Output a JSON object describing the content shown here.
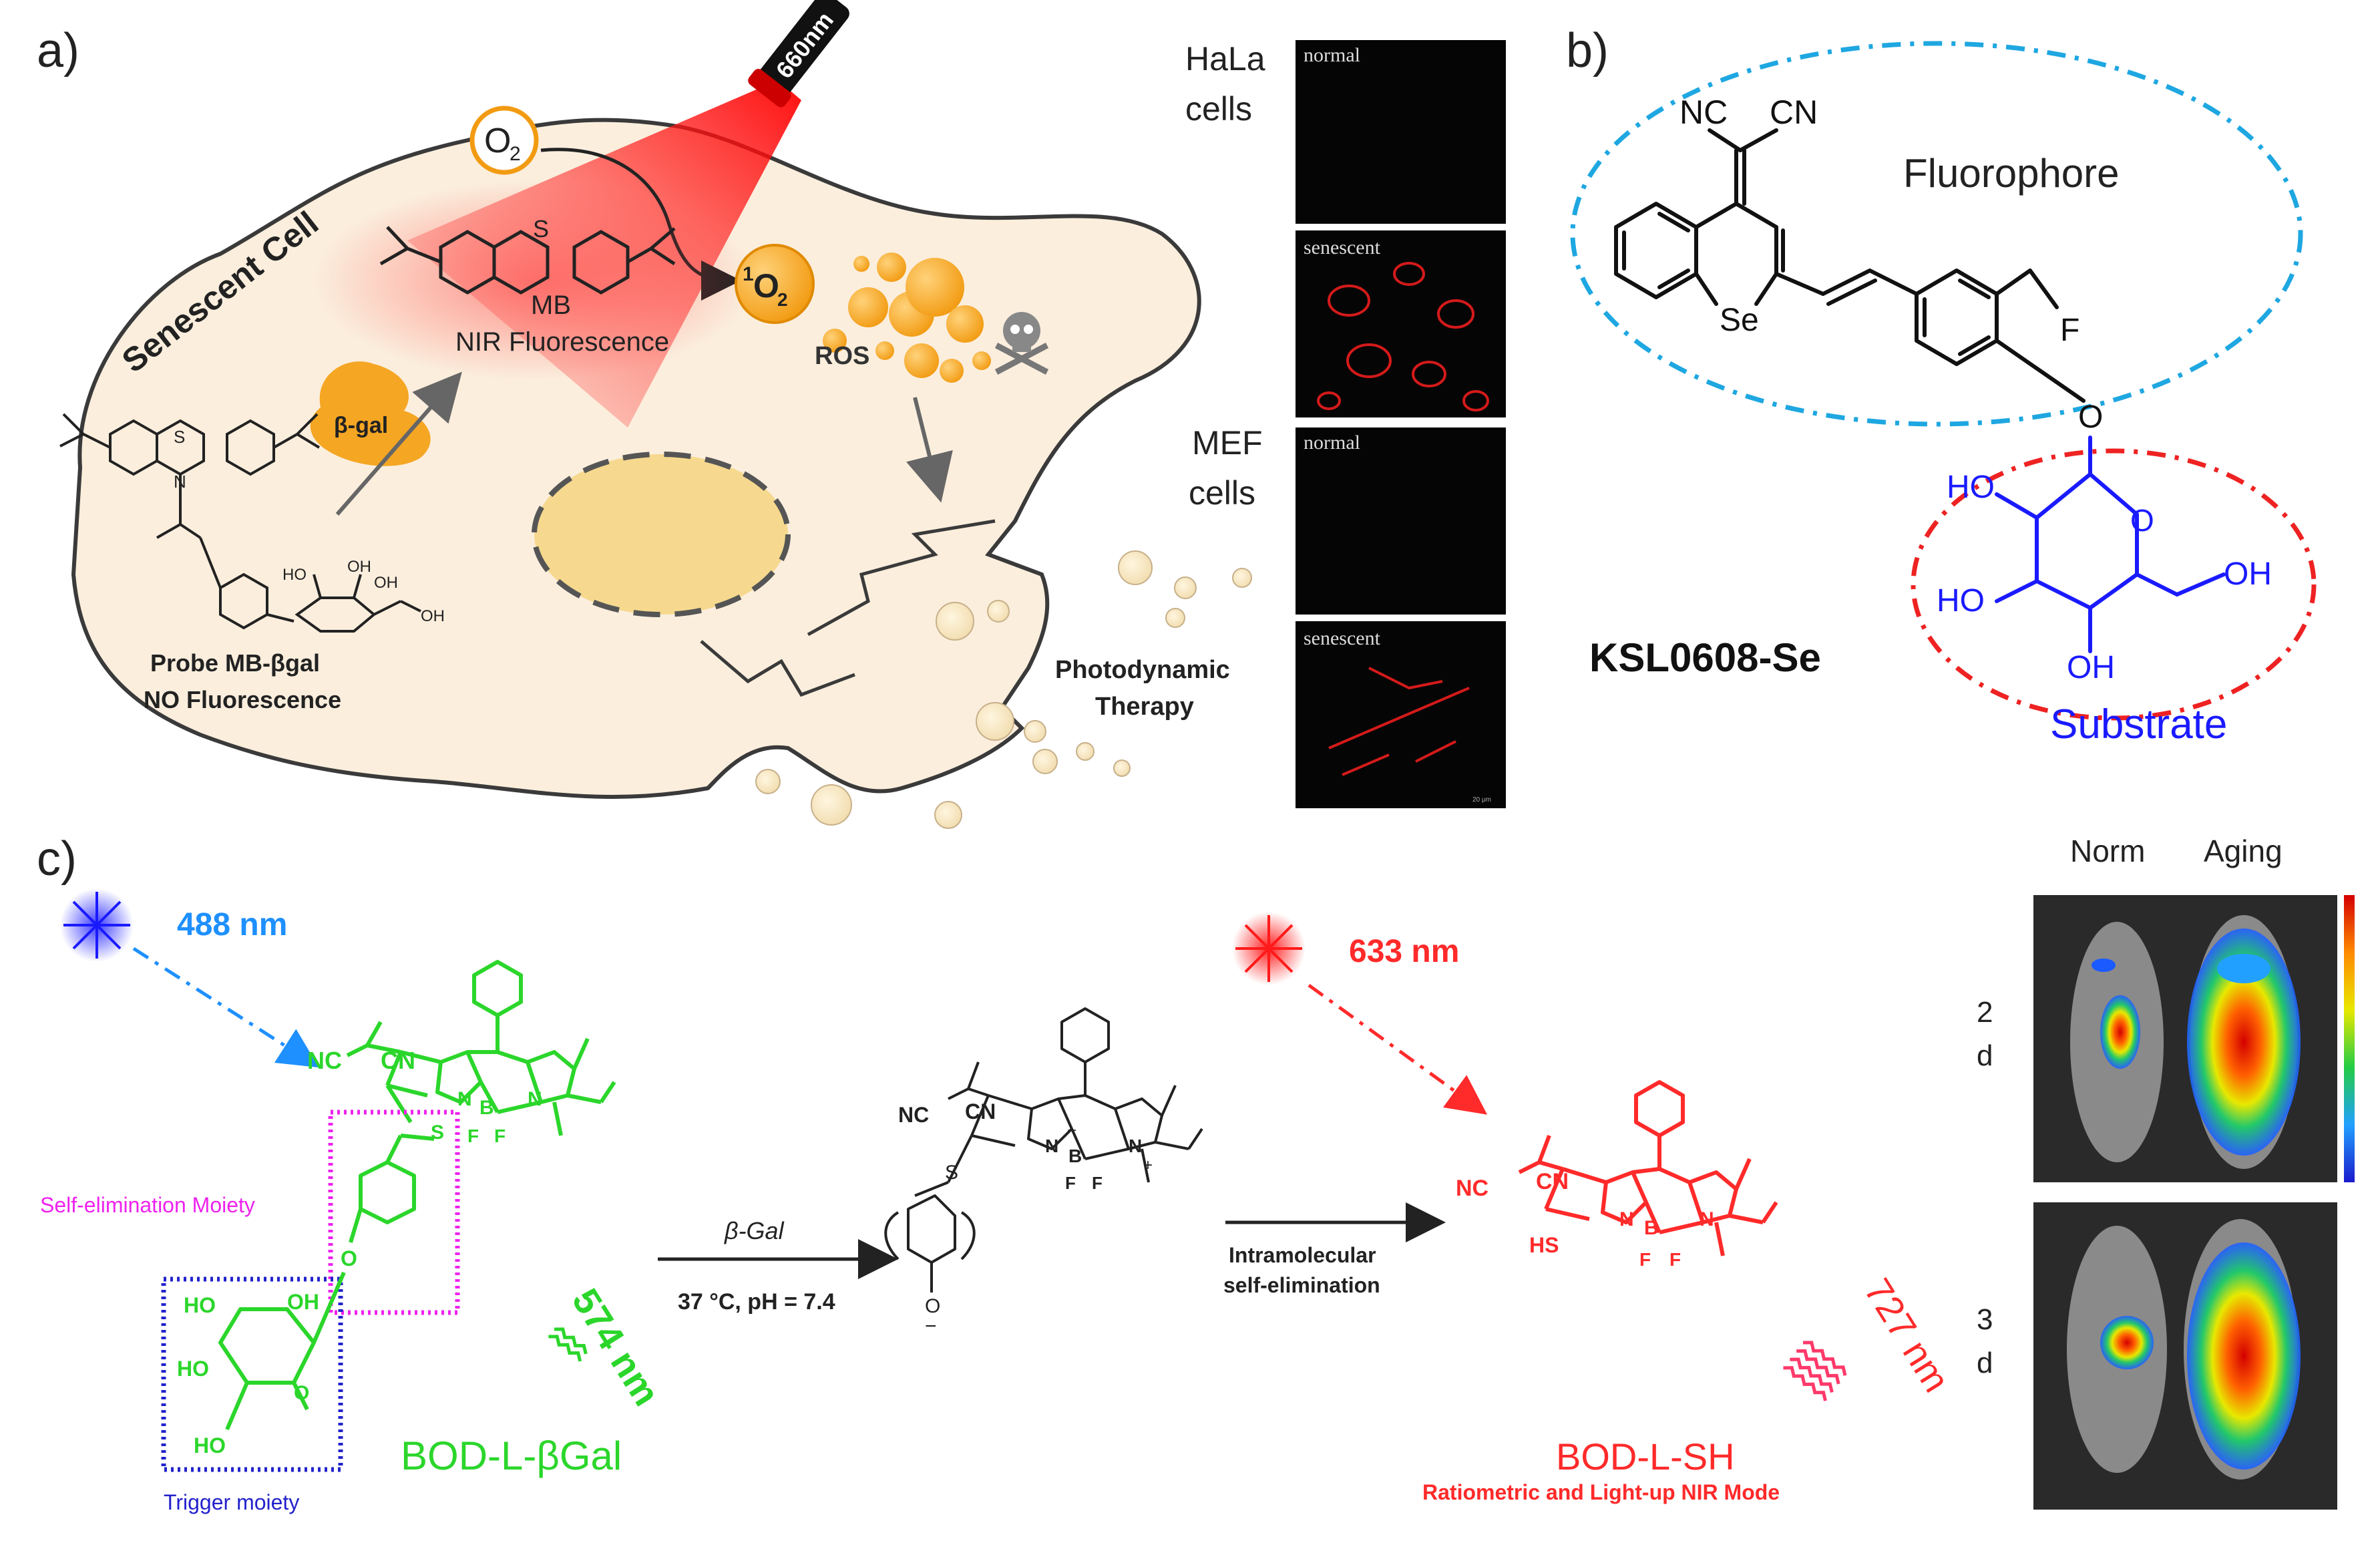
{
  "panel_a": {
    "label": "a)",
    "cell_label": "Senescent Cell",
    "laser_label": "660nm",
    "o2_label": "O",
    "o2_sub": "2",
    "singlet_sup": "1",
    "singlet_label": "O",
    "singlet_sub": "2",
    "ros_label": "ROS",
    "mb_label": "MB",
    "mb_fluor": "NIR Fluorescence",
    "enzyme_label": "β-gal",
    "probe_label": "Probe MB-βgal",
    "probe_fluor": "NO Fluorescence",
    "pdt_line1": "Photodynamic",
    "pdt_line2": "Therapy",
    "skull_icon": "skull-crossbones-icon",
    "hela_line1": "HaLa",
    "hela_line2": "cells",
    "mef_line1": "MEF",
    "mef_line2": "cells",
    "tag_normal": "normal",
    "tag_senescent": "senescent",
    "scalebar_tiny": "20 μm"
  },
  "panel_b": {
    "label": "b)",
    "nc_left": "NC",
    "cn_right": "CN",
    "fluorophore": "Fluorophore",
    "se_atom": "Se",
    "f_atom": "F",
    "o_atom": "O",
    "ring_o": "O",
    "ho_top": "HO",
    "ho_mid": "HO",
    "oh_bottom": "OH",
    "oh_right": "OH",
    "compound": "KSL0608-Se",
    "substrate": "Substrate"
  },
  "panel_c": {
    "label": "c)",
    "excite_blue": "488 nm",
    "excite_red": "633 nm",
    "emit_green": "574 nm",
    "emit_red": "727 nm",
    "cn": "CN",
    "nc": "NC",
    "self_elim": "Self-elimination Moiety",
    "trigger": "Trigger moiety",
    "probe_name": "BOD-L-βGal",
    "product_name": "BOD-L-SH",
    "product_sub": "Ratiometric and Light-up NIR Mode",
    "step1_top": "β-Gal",
    "step1_bottom": "37 °C, pH = 7.4",
    "step2_line1": "Intramolecular",
    "step2_line2": "self-elimination",
    "hs": "HS",
    "s": "S",
    "b": "B",
    "n": "N",
    "f": "F",
    "ho": "HO",
    "oh": "OH",
    "o": "O",
    "minus": "−",
    "plus": "+",
    "col_norm": "Norm",
    "col_aging": "Aging",
    "row1_num": "2",
    "row1_unit": "d",
    "row2_num": "3",
    "row2_unit": "d"
  },
  "colors": {
    "cell_fill": "#fbeedd",
    "cell_stroke": "#3a3a3a",
    "laser_red": "#ff2a2a",
    "ros_orange": "#f5a623",
    "fluorophore_ellipse": "#1ea7e1",
    "substrate_ellipse": "#ee2222",
    "probe_green": "#2bd62b",
    "product_red": "#ff2a2a",
    "trigger_blue": "#2222cc",
    "self_elim_magenta": "#ee22ee"
  }
}
